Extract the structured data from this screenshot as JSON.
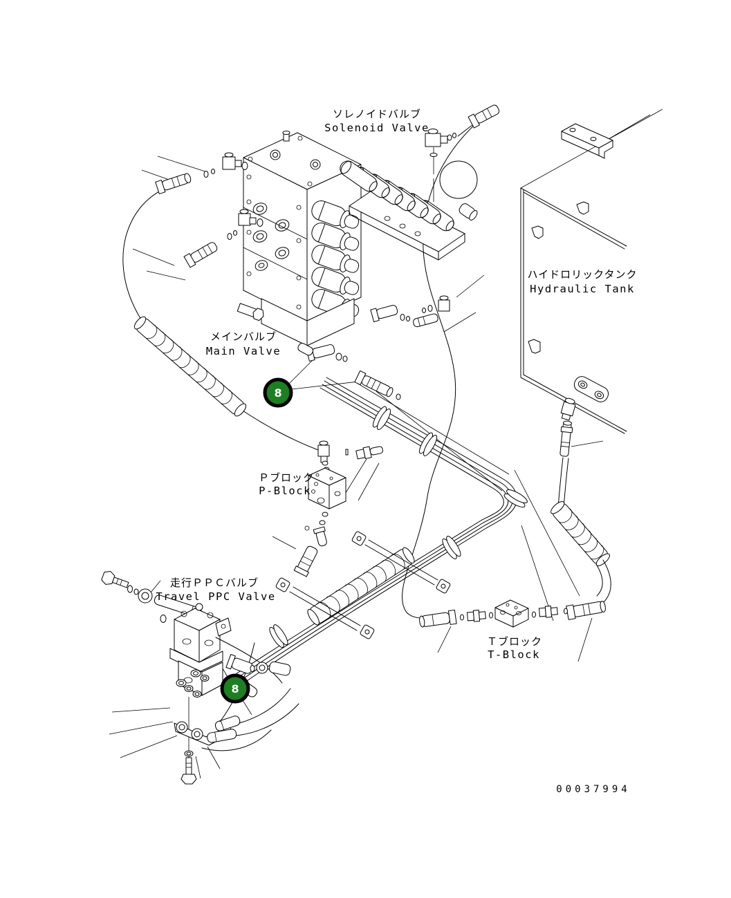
{
  "diagram": {
    "type": "parts-diagram",
    "part_number": "00037994",
    "labels": {
      "solenoid_valve": {
        "jp": "ソレノイドバルブ",
        "en": "Solenoid Valve"
      },
      "hydraulic_tank": {
        "jp": "ハイドロリックタンク",
        "en": "Hydraulic Tank"
      },
      "main_valve": {
        "jp": "メインバルブ",
        "en": "Main Valve"
      },
      "p_block": {
        "jp": "Ｐブロック",
        "en": "P-Block"
      },
      "travel_ppc_valve": {
        "jp": "走行ＰＰＣバルブ",
        "en": "Travel PPC Valve"
      },
      "t_block": {
        "jp": "Ｔブロック",
        "en": "T-Block"
      }
    },
    "callouts": {
      "upper": "8",
      "lower": "8"
    },
    "colors": {
      "line": "#000000",
      "background": "#ffffff",
      "callout_fill": "#1e7e22",
      "callout_ring": "#000000",
      "callout_text": "#ffffff"
    }
  }
}
